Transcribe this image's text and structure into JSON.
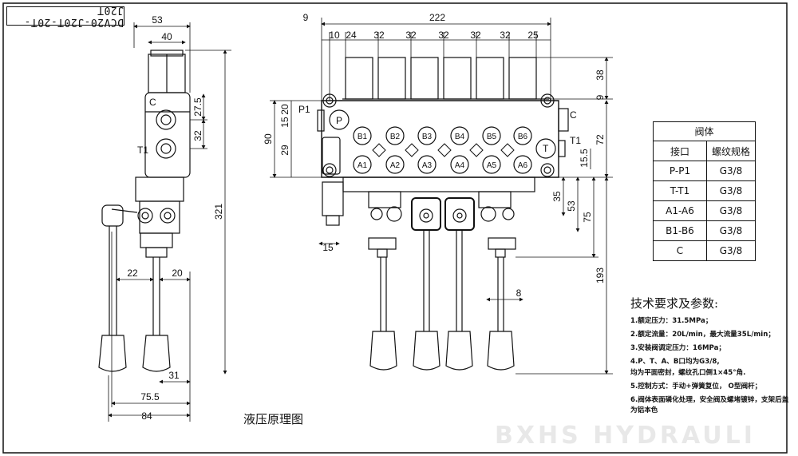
{
  "title_block": "DCV20-J20T-20T-J20T",
  "caption": "液压原理图",
  "watermark": "BXHS HYDRAULI",
  "dimensions": {
    "side": [
      "53",
      "40",
      "27.5",
      "32",
      "321",
      "22",
      "20",
      "31",
      "75.5",
      "84"
    ],
    "front": [
      "9",
      "222",
      "10",
      "24",
      "32",
      "32",
      "32",
      "32",
      "32",
      "25",
      "38",
      "9",
      "72",
      "15.5",
      "90",
      "15",
      "20",
      "29",
      "35",
      "53",
      "75",
      "193",
      "15",
      "8"
    ]
  },
  "port_labels": {
    "side": [
      "C",
      "T1"
    ],
    "front": [
      "P1",
      "P",
      "C",
      "T1",
      "T",
      "B1",
      "B2",
      "B3",
      "B4",
      "B5",
      "B6",
      "A1",
      "A2",
      "A3",
      "A4",
      "A5",
      "A6"
    ]
  },
  "spec_table": {
    "title": "阀体",
    "headers": [
      "接口",
      "螺纹规格"
    ],
    "rows": [
      [
        "P-P1",
        "G3/8"
      ],
      [
        "T-T1",
        "G3/8"
      ],
      [
        "A1-A6",
        "G3/8"
      ],
      [
        "B1-B6",
        "G3/8"
      ],
      [
        "C",
        "G3/8"
      ]
    ]
  },
  "tech": {
    "heading": "技术要求及参数:",
    "items": [
      "1.额定压力：31.5MPa；",
      "2.额定流量：20L/min，最大流量35L/min；",
      "3.安装阀调定压力：16MPa；",
      "4.P、T、A、B口均为G3/8,",
      "均为平面密封，螺纹孔口倒1×45°角.",
      "5.控制方式：手动+弹簧复位， O型阀杆；",
      "6.阀体表面磷化处理，安全阀及螺堵镀锌，支架后盖为铝本色"
    ]
  }
}
